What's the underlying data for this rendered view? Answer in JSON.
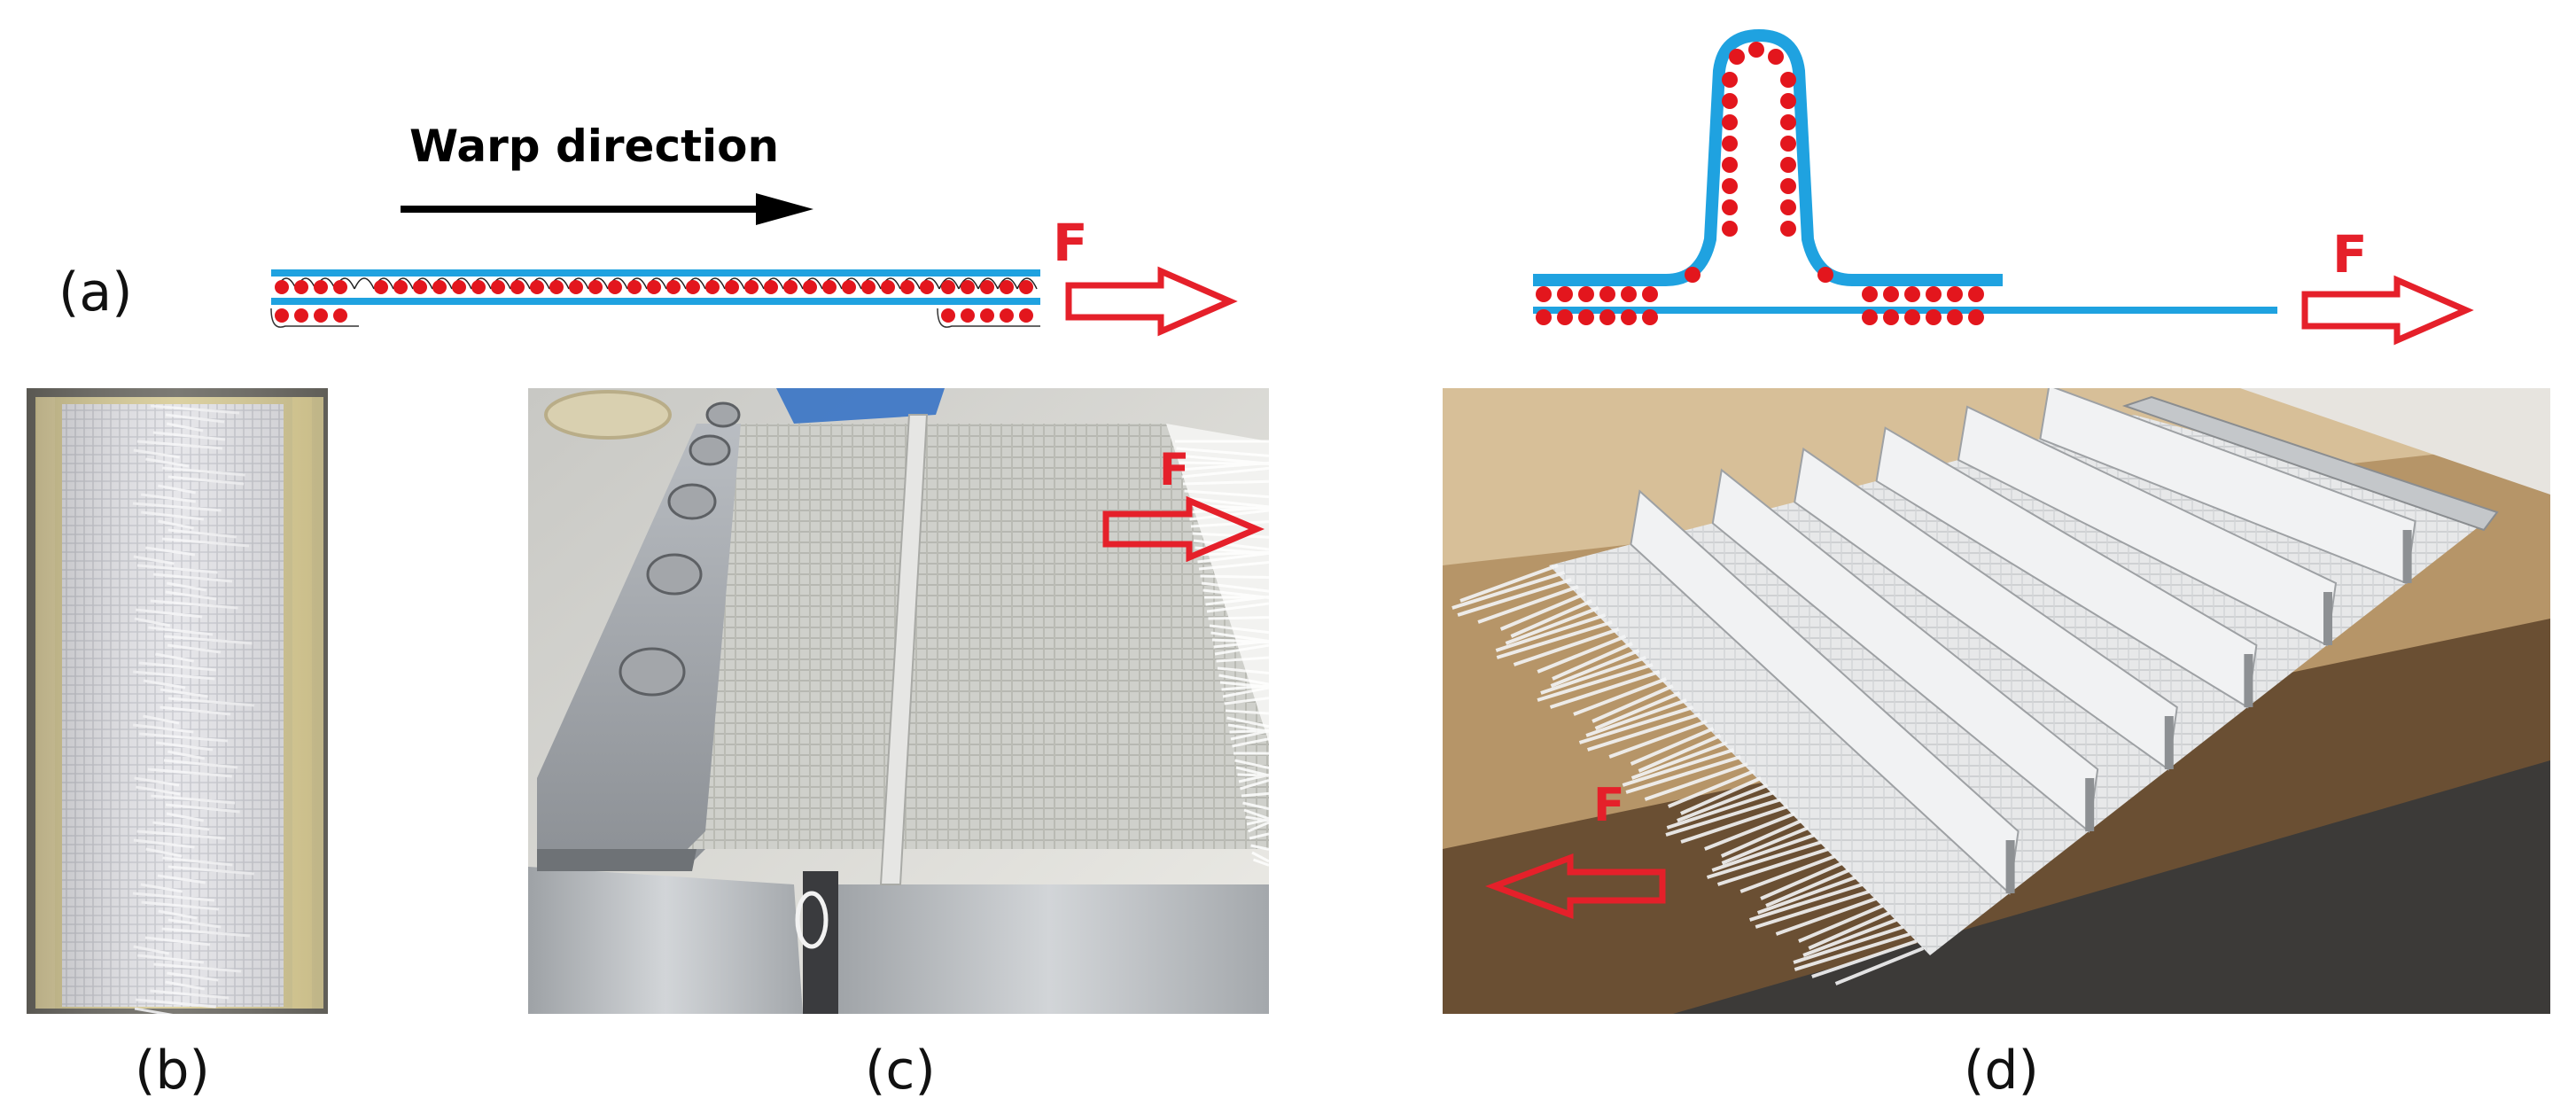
{
  "labels": {
    "a": "(a)",
    "b": "(b)",
    "c": "(c)",
    "d": "(d)"
  },
  "warp_direction": "Warp direction",
  "force": {
    "a": "F",
    "c": "F",
    "d_diagram": "F",
    "d_photo": "F"
  },
  "colors": {
    "fabric_line": "#1fa2e0",
    "yarn_dot": "#e3161d",
    "force_arrow": "#e5202a",
    "text": "#111111"
  }
}
